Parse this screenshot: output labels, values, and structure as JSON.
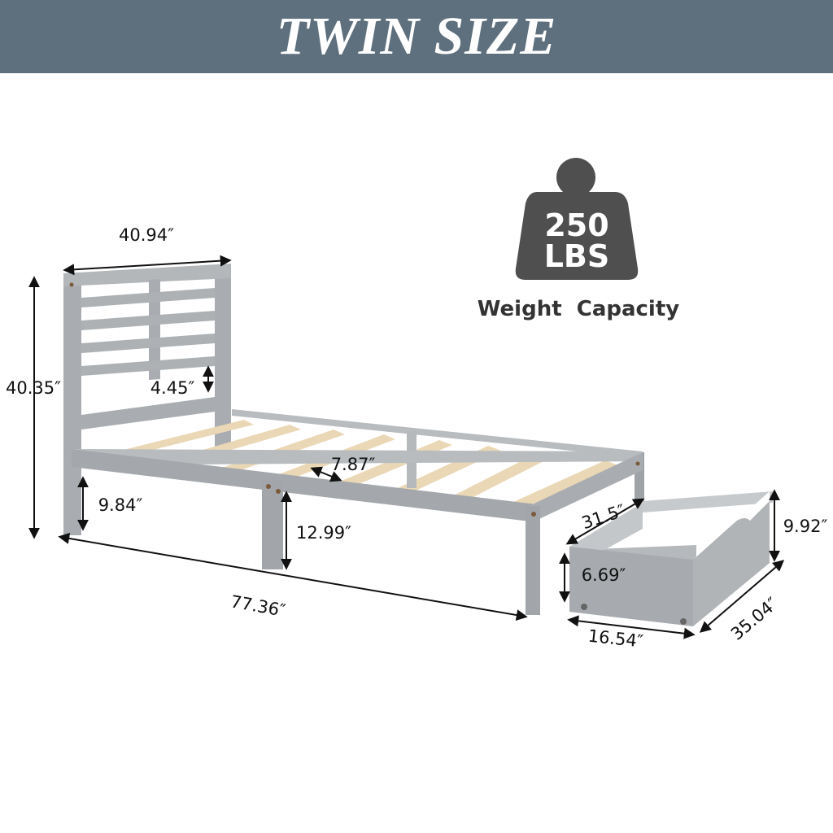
{
  "banner": {
    "title": "TWIN SIZE"
  },
  "capacity": {
    "value": "250",
    "unit": "LBS",
    "label": "Weight  Capacity"
  },
  "dimensions": {
    "headboard_width": "40.94″",
    "headboard_height": "40.35″",
    "slat_gap": "4.45″",
    "slat_spacing": "7.87″",
    "clearance": "9.84″",
    "leg_height": "12.99″",
    "bed_length": "77.36″",
    "drawer_width": "31.5″",
    "drawer_height": "9.92″",
    "drawer_inner_height": "6.69″",
    "drawer_depth": "35.04″",
    "drawer_front": "16.54″"
  },
  "colors": {
    "banner": "#5e707d",
    "frame": "#a9adb1",
    "slat": "#ead7b5",
    "weight": "#4f4f4f"
  }
}
